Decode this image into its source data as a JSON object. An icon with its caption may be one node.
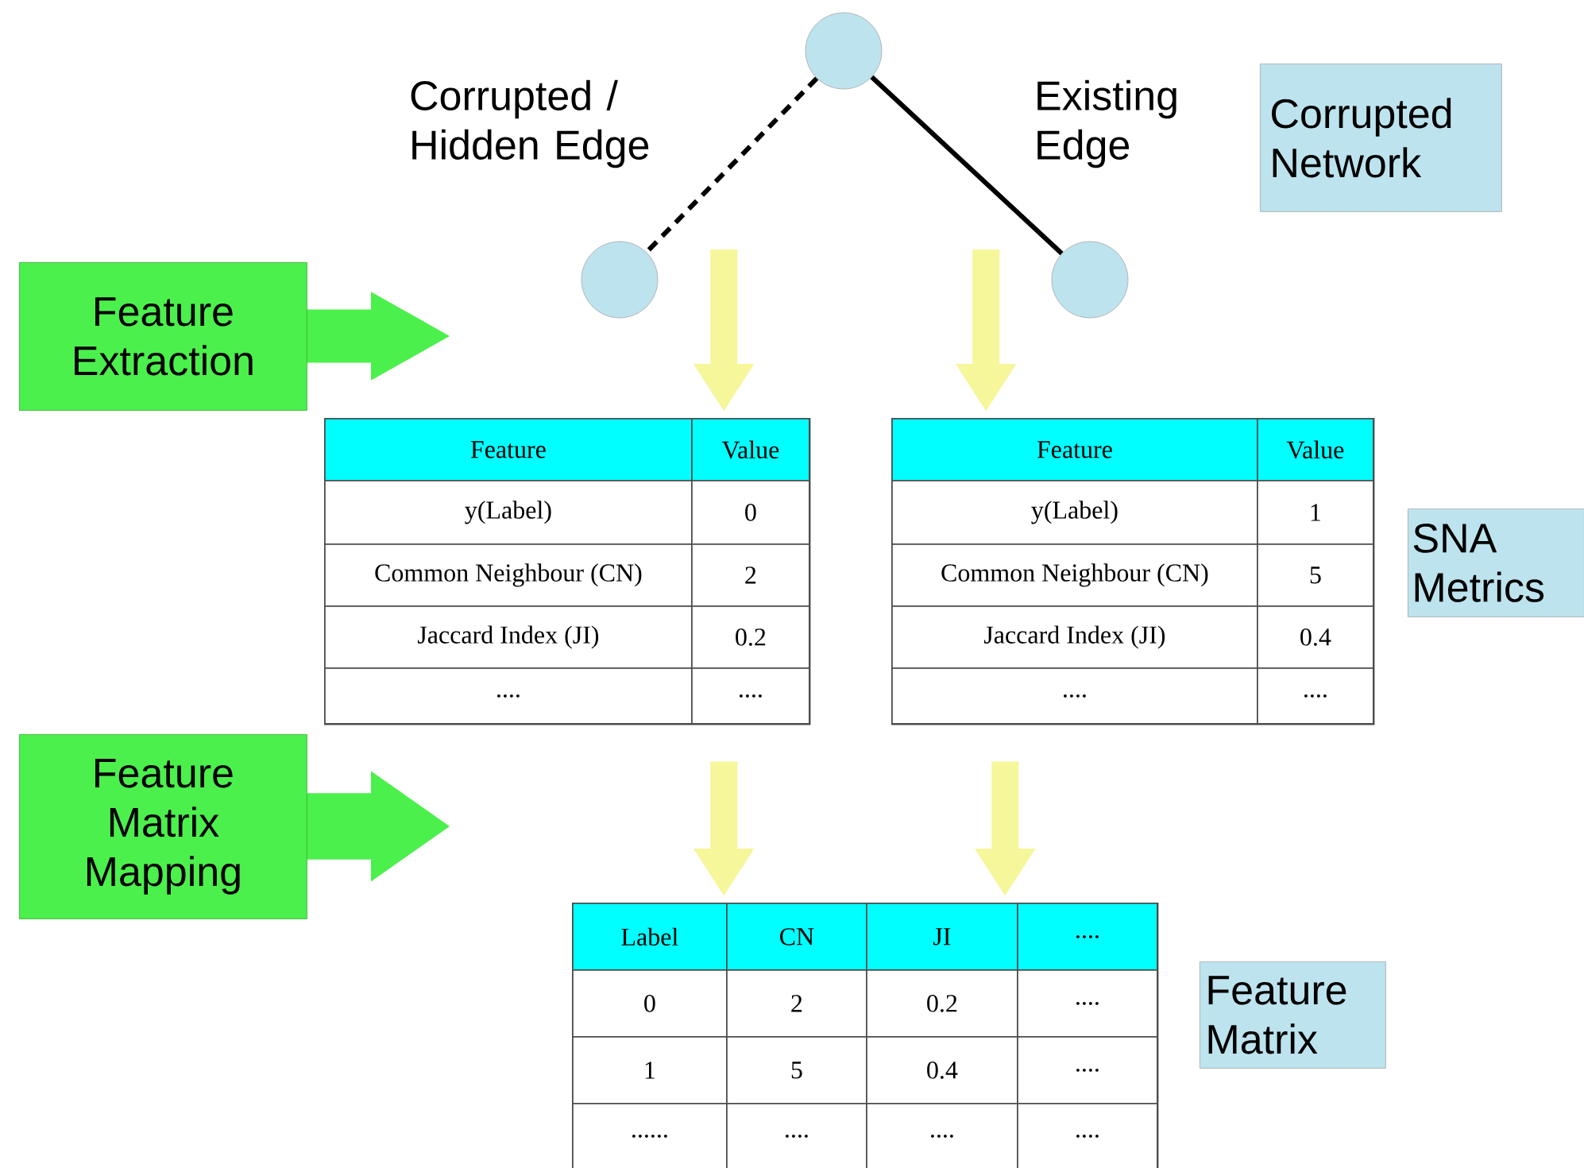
{
  "diagram": {
    "nodes": [
      {
        "text": [],
        "shape": "circle"
      },
      {
        "text": [],
        "shape": "circle"
      },
      {
        "text": [],
        "shape": "circle"
      },
      {
        "text": [
          "Corrupted Network"
        ]
      },
      {
        "text": [
          "Feature Extraction"
        ]
      },
      {
        "text": [
          "Feature Matrix Mapping"
        ]
      },
      {
        "text": [
          "SNA Metrics"
        ]
      },
      {
        "text": [
          "Feature Matrix"
        ]
      },
      {
        "text": [],
        "shape": "table"
      },
      {
        "text": [],
        "shape": "table"
      },
      {
        "text": [],
        "shape": "table"
      }
    ],
    "edges": [
      {
        "from": 0,
        "to": 1,
        "arrow": "none",
        "style": "dashed",
        "color": "#000000",
        "label": "Corrupted / Hidden Edge"
      },
      {
        "from": 0,
        "to": 2,
        "arrow": "none",
        "color": "#000000",
        "label": "Existing Edge"
      },
      {
        "from": null,
        "to": 8,
        "arrow": "to"
      },
      {
        "from": null,
        "to": 9,
        "arrow": "to"
      },
      {
        "from": 8,
        "to": 10,
        "arrow": "to"
      },
      {
        "from": 9,
        "to": 10,
        "arrow": "to"
      }
    ],
    "labels": [
      "Feature",
      "Value",
      "y(Label)",
      "0",
      "Common Neighbour (CN)",
      "2",
      "Jaccard Index (JI)",
      "0.2",
      "....",
      "....",
      "Feature",
      "Value",
      "y(Label)",
      "1",
      "Common Neighbour (CN)",
      "5",
      "Jaccard Index (JI)",
      "0.4",
      "....",
      "....",
      "Label",
      "CN",
      "JI",
      "....",
      "0",
      "2",
      "0.2",
      "....",
      "1",
      "5",
      "0.4",
      "....",
      "......",
      "....",
      "....",
      "...."
    ]
  }
}
